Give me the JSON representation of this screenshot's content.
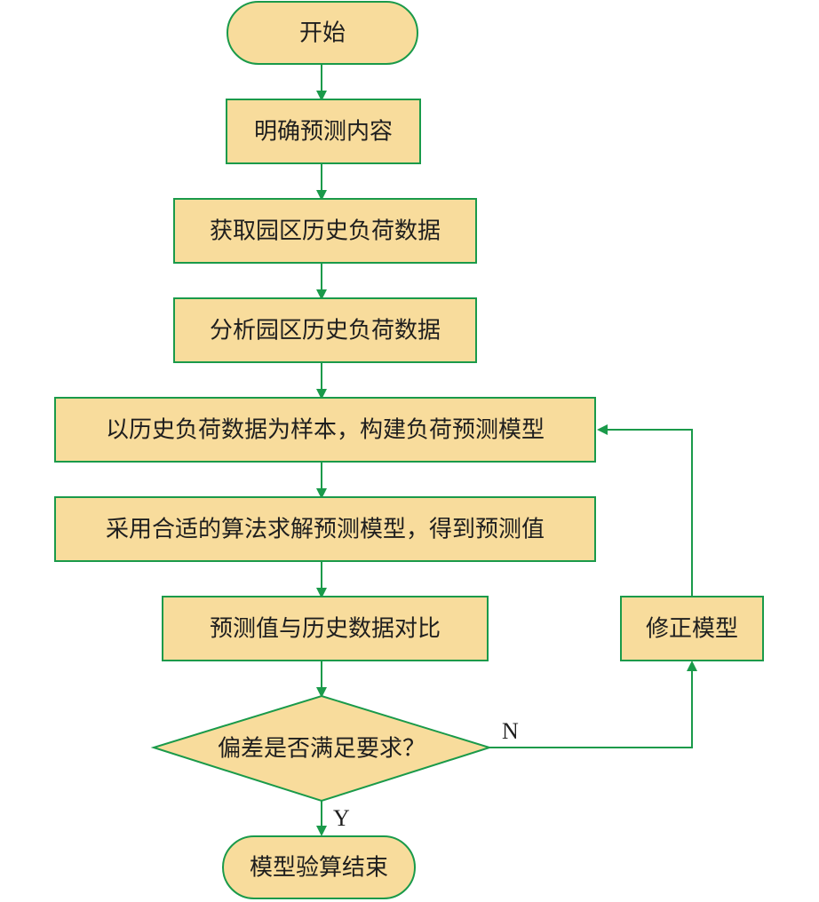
{
  "colors": {
    "node_fill": "#f8dc9c",
    "border": "#1a9a4a",
    "text": "#1e1e1e",
    "background": "#ffffff"
  },
  "nodes": {
    "start": "开始",
    "step1": "明确预测内容",
    "step2": "获取园区历史负荷数据",
    "step3": "分析园区历史负荷数据",
    "step4": "以历史负荷数据为样本，构建负荷预测模型",
    "step5": "采用合适的算法求解预测模型，得到预测值",
    "step6": "预测值与历史数据对比",
    "decision": "偏差是否满足要求？",
    "correction": "修正模型",
    "end": "模型验算结束"
  },
  "edge_labels": {
    "no": "N",
    "yes": "Y"
  }
}
